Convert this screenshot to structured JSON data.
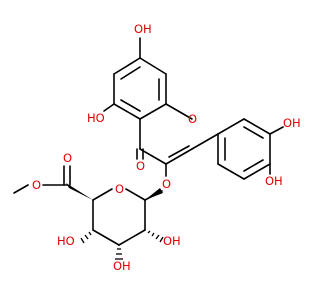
{
  "molecule": {
    "atom_labels": {
      "oh_7": "OH",
      "oh_5": "HO",
      "oh_3p": "OH",
      "oh_4p": "OH",
      "carbonyl_o": "O",
      "ring_o_chromene": "O",
      "glycoside_o": "O",
      "ester_o_carbonyl": "O",
      "ester_o_methoxy": "O",
      "sugar_ring_o": "O",
      "oh_sugar_2": "OH",
      "oh_sugar_3": "OH",
      "oh_sugar_4": "HO"
    },
    "colors": {
      "bond": "#000000",
      "heteroatom": "#e00000"
    }
  }
}
